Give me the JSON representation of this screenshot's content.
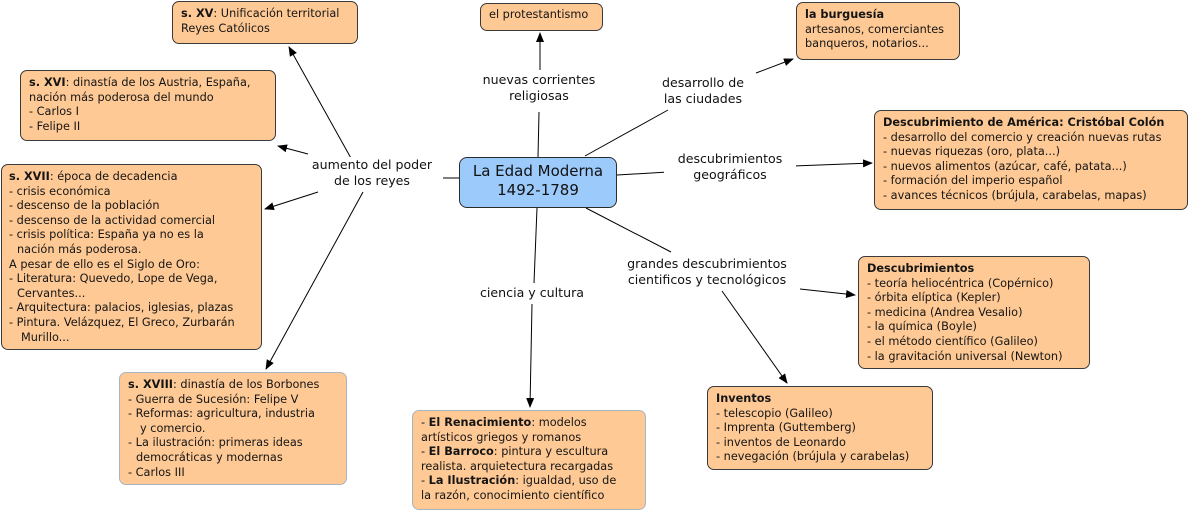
{
  "root": {
    "title": "La Edad Moderna",
    "dates": "1492-1789",
    "color": "#9ccbfb"
  },
  "node_color": "#fec994",
  "link_labels": {
    "religion": [
      "nuevas corrientes",
      "religiosas"
    ],
    "ciudades": [
      "desarrollo de",
      "las ciudades"
    ],
    "geograficos": [
      "descubrimientos",
      "geográficos"
    ],
    "cientificos": [
      "grandes descubrimientos",
      "cientificos y tecnológicos"
    ],
    "cultura": [
      "ciencia y cultura"
    ],
    "reyes": [
      "aumento del poder",
      "de los reyes"
    ]
  },
  "nodes": {
    "protestantismo": {
      "lines": [
        "el protestantismo"
      ]
    },
    "burguesia": {
      "title": "la burguesía",
      "lines": [
        "artesanos, comerciantes",
        "banqueros, notarios..."
      ]
    },
    "america": {
      "title": "Descubrimiento de América: Cristóbal Colón",
      "lines": [
        "- desarrollo del comercio y creación nuevas rutas",
        "- nuevas riquezas (oro, plata...)",
        "- nuevos alimentos (azúcar, café, patata...)",
        "- formación del imperio español",
        "- avances técnicos (brújula, carabelas, mapas)"
      ]
    },
    "descubrimientos": {
      "title": "Descubrimientos",
      "lines": [
        "- teoría heliocéntrica (Copérnico)",
        "- órbita elíptica (Kepler)",
        "- medicina (Andrea Vesalio)",
        "- la química (Boyle)",
        "- el método científico (Galileo)",
        "- la gravitación universal (Newton)"
      ]
    },
    "inventos": {
      "title": "Inventos",
      "lines": [
        "- telescopio (Galileo)",
        "- Imprenta (Guttemberg)",
        "- inventos de Leonardo",
        "- nevegación (brújula y carabelas)"
      ]
    },
    "cultura": {
      "items": [
        {
          "prefix": "- ",
          "bold": "El Renacimiento",
          "rest": ": modelos",
          "cont": "artísticos griegos y romanos"
        },
        {
          "prefix": "- ",
          "bold": "El Barroco",
          "rest": ": pintura y escultura",
          "cont": "realista. arquietectura recargadas"
        },
        {
          "prefix": "- ",
          "bold": "La Ilustración",
          "rest": ": igualdad, uso de",
          "cont": "la razón, conocimiento científico"
        }
      ]
    },
    "s15": {
      "bold": "s. XV",
      "rest": ": Unificación territorial",
      "lines": [
        "Reyes Católicos"
      ]
    },
    "s16": {
      "bold": "s. XVI",
      "rest": ": dinastía de los Austria, España,",
      "lines": [
        "nación más poderosa del mundo",
        "- Carlos I",
        "- Felipe II"
      ]
    },
    "s17": {
      "bold": "s. XVII",
      "rest": ": época de decadencia",
      "lines": [
        "- crisis económica",
        "- descenso de la población",
        "- descenso de la actividad comercial",
        "- crisis política: España ya no es la",
        " nación más poderosa.",
        "A pesar de ello es el Siglo de Oro:",
        "- Literatura: Quevedo, Lope de Vega,",
        " Cervantes...",
        "- Arquitectura: palacios, iglesias, plazas",
        "- Pintura. Velázquez, El Greco, Zurbarán",
        "  Murillo..."
      ]
    },
    "s18": {
      "bold": "s. XVIII",
      "rest": ": dinastía de los Borbones",
      "lines": [
        "- Guerra de Sucesión: Felipe V",
        "- Reformas: agricultura, industria",
        "  y comercio.",
        "- La ilustración: primeras ideas",
        " democráticas y modernas",
        "- Carlos III"
      ]
    }
  }
}
